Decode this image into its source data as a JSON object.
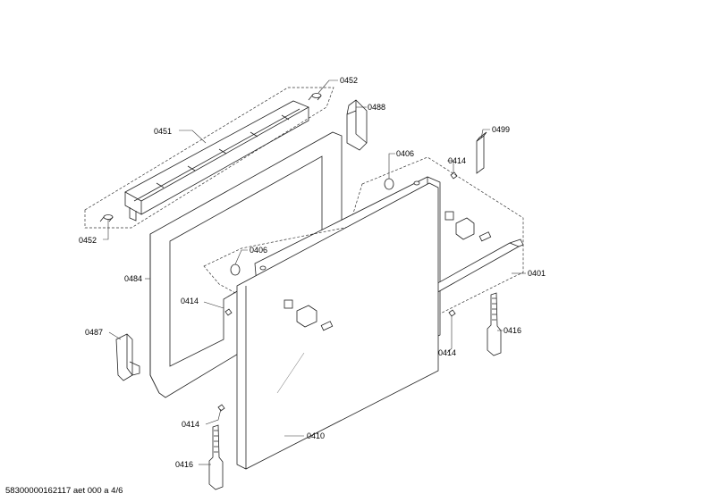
{
  "labels": {
    "l0452_top": "0452",
    "l0451": "0451",
    "l0452_bottom": "0452",
    "l0488": "0488",
    "l0499": "0499",
    "l0406_right": "0406",
    "l0414_upper": "0414",
    "l0406_left": "0406",
    "l0484": "0484",
    "l0414_left": "0414",
    "l0401": "0401",
    "l0416_right": "0416",
    "l0487": "0487",
    "l0414_lower_right": "0414",
    "l0414_bottom": "0414",
    "l0410": "0410",
    "l0416_bottom": "0416"
  },
  "footer": {
    "document_id": "58300000162117 aet 000 a 4/6"
  }
}
